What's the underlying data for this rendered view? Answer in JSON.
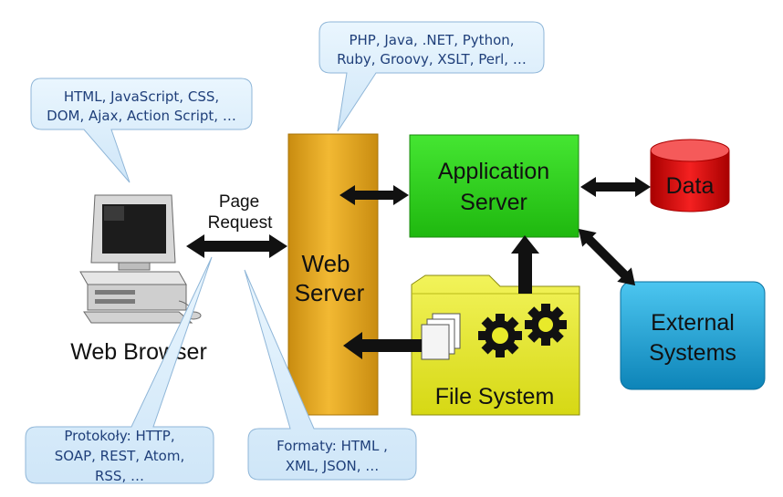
{
  "callouts": {
    "client_tech": {
      "line1": "HTML, JavaScript, CSS,",
      "line2": "DOM, Ajax, Action Script, …"
    },
    "server_tech": {
      "line1": "PHP, Java, .NET, Python,",
      "line2": "Ruby, Groovy, XSLT, Perl, …"
    },
    "protocols": {
      "line1": "Protokoły: HTTP,",
      "line2": "SOAP, REST, Atom,",
      "line3": "RSS, …"
    },
    "formats": {
      "line1": "Formaty: HTML ,",
      "line2": "XML, JSON, …"
    }
  },
  "labels": {
    "page_request_1": "Page",
    "page_request_2": "Request",
    "web_browser": "Web Browser",
    "web_server_1": "Web",
    "web_server_2": "Server",
    "app_server_1": "Application",
    "app_server_2": "Server",
    "data": "Data",
    "external_1": "External",
    "external_2": "Systems",
    "file_system": "File System"
  },
  "colors": {
    "callout_fill": "#dbeefb",
    "callout_stroke": "#8fb6d8",
    "callout_text": "#1f3f7a",
    "web_server": "#e9a825",
    "app_server": "#2fd21f",
    "data_cylinder": "#e01010",
    "external": "#1aa3d6",
    "file_system": "#e8ea2a"
  },
  "icons": [
    "computer-icon",
    "document-stack-icon",
    "gear-icon"
  ]
}
